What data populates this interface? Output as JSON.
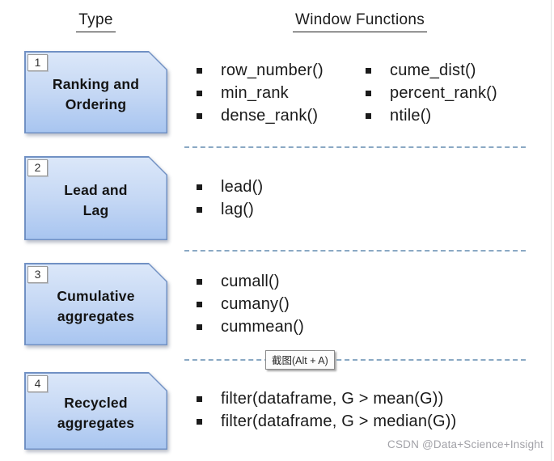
{
  "headers": {
    "type": "Type",
    "functions": "Window Functions"
  },
  "sections": [
    {
      "number": "1",
      "title_lines": [
        "Ranking and",
        "Ordering"
      ],
      "items_col1": [
        "row_number()",
        "min_rank",
        "dense_rank()"
      ],
      "items_col2": [
        "cume_dist()",
        "percent_rank()",
        "ntile()"
      ]
    },
    {
      "number": "2",
      "title_lines": [
        "Lead and",
        "Lag"
      ],
      "items_col1": [
        "lead()",
        "lag()"
      ],
      "items_col2": []
    },
    {
      "number": "3",
      "title_lines": [
        "Cumulative",
        "aggregates"
      ],
      "items_col1": [
        "cumall()",
        "cumany()",
        "cummean()"
      ],
      "items_col2": []
    },
    {
      "number": "4",
      "title_lines": [
        "Recycled",
        "aggregates"
      ],
      "items_col1": [
        "filter(dataframe, G > mean(G))",
        "filter(dataframe, G > median(G))"
      ],
      "items_col2": []
    }
  ],
  "tooltip": {
    "text": "截图(Alt + A)"
  },
  "watermark": "CSDN @Data+Science+Insight",
  "colors": {
    "box_border": "#7191c4",
    "box_fill_top": "#dbe7f9",
    "box_fill_bottom": "#a8c5f0",
    "dash_line": "#8aa9c4",
    "watermark_gray": "#a2a2a8"
  }
}
